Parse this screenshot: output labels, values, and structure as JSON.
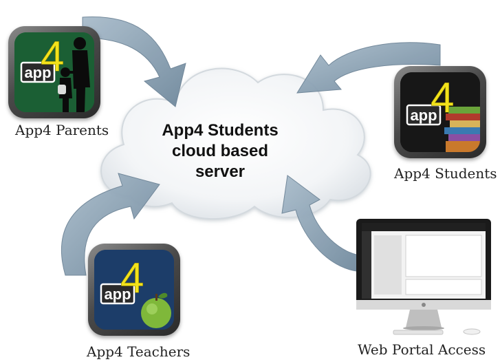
{
  "cloud": {
    "title_line1": "App4 Students",
    "title_line2": "cloud based",
    "title_line3": "server"
  },
  "nodes": {
    "parents": {
      "caption": "App4 Parents",
      "badge": "app",
      "digit": "4"
    },
    "students": {
      "caption": "App4 Students",
      "badge": "app",
      "digit": "4"
    },
    "teachers": {
      "caption": "App4 Teachers",
      "badge": "app",
      "digit": "4"
    },
    "portal": {
      "caption": "Web Portal Access"
    }
  },
  "colors": {
    "arrow": "#7f97aa",
    "cloud": "#f2f4f6",
    "digit": "#f2e21b",
    "parents_bg": "#1e6a3a",
    "students_bg": "#161616",
    "teachers_bg": "#1b3b66"
  },
  "icons": [
    "cloud-icon",
    "app4-parents-icon",
    "app4-students-icon",
    "app4-teachers-icon",
    "desktop-monitor-icon",
    "apple-icon",
    "books-icon",
    "family-silhouette-icon"
  ]
}
